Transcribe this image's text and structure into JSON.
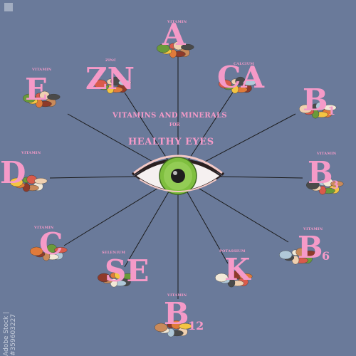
{
  "header": {
    "title_line1": "VITAMINS AND MINERALS",
    "title_line2": "FOR",
    "title_line3": "HEALTHY EYES"
  },
  "nutrients": [
    {
      "id": "vitamin-a",
      "small": "VITAMIN",
      "big": "A",
      "sub": ""
    },
    {
      "id": "calcium",
      "small": "CALCIUM",
      "big": "Ca",
      "sub": ""
    },
    {
      "id": "vitamin-b1",
      "small": "",
      "big": "B",
      "sub": "1"
    },
    {
      "id": "vitamin-b3",
      "small": "VITAMIN",
      "big": "B",
      "sub": "3"
    },
    {
      "id": "vitamin-b6",
      "small": "VITAMIN",
      "big": "B",
      "sub": "6"
    },
    {
      "id": "potassium",
      "small": "POTASSIUM",
      "big": "K",
      "sub": ""
    },
    {
      "id": "vitamin-b12",
      "small": "VITAMIN",
      "big": "B",
      "sub": "12"
    },
    {
      "id": "selenium",
      "small": "SELENIUM",
      "big": "Se",
      "sub": ""
    },
    {
      "id": "vitamin-c",
      "small": "VITAMIN",
      "big": "C",
      "sub": ""
    },
    {
      "id": "vitamin-d",
      "small": "VITAMIN",
      "big": "D",
      "sub": ""
    },
    {
      "id": "vitamin-e",
      "small": "VITAMIN",
      "big": "E",
      "sub": ""
    },
    {
      "id": "zinc",
      "small": "ZINC",
      "big": "Zn",
      "sub": ""
    }
  ],
  "watermark": "Adobe Stock | #359603227",
  "colors": {
    "background": "#6a7a9a",
    "letter_pink": "#f59ac8",
    "iris_green": "#7fbf3f",
    "spoke": "#1a1a1a"
  },
  "icons": [
    "eye-icon",
    "food-cluster-icon"
  ]
}
